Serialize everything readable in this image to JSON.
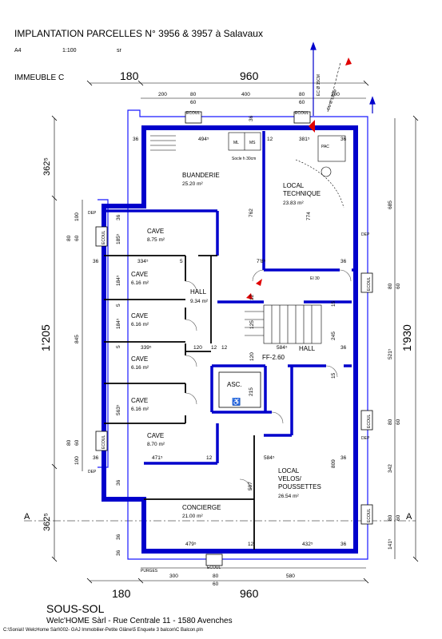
{
  "header": {
    "title": "IMPLANTATION PARCELLES N° 3956 & 3957 à Salavaux",
    "format": "A4",
    "scale": "1:100",
    "author": "sr",
    "building": "IMMEUBLE C"
  },
  "footer": {
    "floor": "SOUS-SOL",
    "company": "Welc'HOME Sàrl - Rue Centrale 11 - 1580 Avenches",
    "filepath": "C:\\Sonia\\! WelcHome Sàrl\\002- GAJ Immobilier-Petite Glâne\\5 Enquete 3 balcon\\C Balcon.pln"
  },
  "rooms": {
    "buanderie": {
      "name": "BUANDERIE",
      "area": "25.20 m²"
    },
    "local_technique": {
      "name1": "LOCAL",
      "name2": "TECHNIQUE",
      "area": "23.83 m²"
    },
    "cave1": {
      "name": "CAVE",
      "area": "8.75 m²"
    },
    "cave2": {
      "name": "CAVE",
      "area": "6.16 m²"
    },
    "cave3": {
      "name": "CAVE",
      "area": "6.16 m²"
    },
    "cave4": {
      "name": "CAVE",
      "area": "6.16 m²"
    },
    "cave5": {
      "name": "CAVE",
      "area": "6.16 m²"
    },
    "cave6": {
      "name": "CAVE",
      "area": "8.70 m²"
    },
    "hall_small": {
      "name": "HALL",
      "area": "9.34 m²"
    },
    "hall": {
      "name": "HALL",
      "level": "FF-2.60"
    },
    "asc": {
      "name": "ASC.",
      "dim": "215"
    },
    "local_velos": {
      "name1": "LOCAL",
      "name2": "VELOS/",
      "name3": "POUSSETTES",
      "area": "26.54 m²"
    },
    "concierge": {
      "name": "CONCIERGE",
      "area": "21.00 m²"
    }
  },
  "labels": {
    "ecoul": "ECOUL",
    "dep": "DEP",
    "purges": "PURGES",
    "socle": "Socle h 30cm",
    "ml": "ML",
    "ms": "MS",
    "pac": "PAC",
    "ei30": "EI 30",
    "section_a": "A",
    "ec_vertical": "EC Ø 15CM",
    "eu_vertical": "EU Ø 15CM"
  },
  "dims": {
    "top_180": "180",
    "top_960": "960",
    "top_200a": "200",
    "top_80a": "80",
    "top_60a": "60",
    "top_400": "400",
    "top_80b": "80",
    "top_60b": "60",
    "top_200b": "200",
    "bot_180": "180",
    "bot_960": "960",
    "bot_300": "300",
    "bot_80": "80",
    "bot_60": "60",
    "bot_580": "580",
    "left_362t": "362⁵",
    "left_1205": "1'205",
    "left_362b": "362⁵",
    "left_100a": "100",
    "left_80a": "80",
    "left_60a": "60",
    "left_845": "845",
    "left_80b": "80",
    "left_60b": "60",
    "left_100b": "100",
    "right_1930": "1'930",
    "right_685": "685",
    "right_80a": "80",
    "right_60a": "60",
    "right_521": "521⁵",
    "right_80b": "80",
    "right_60b": "60",
    "right_342": "342",
    "right_80c": "80",
    "right_60c": "60",
    "right_141": "141⁵",
    "d36_tl": "36",
    "d494": "494⁵",
    "d36_tm": "36",
    "d12_t": "12",
    "d381": "381⁵",
    "d36_tr": "36",
    "d36_l1": "36",
    "d185": "185⁵",
    "d36_l2": "36",
    "d334": "334⁵",
    "d5a": "5",
    "d184a": "184⁵",
    "d5b": "5",
    "d184b": "184⁵",
    "d5c": "5",
    "d339": "339⁵",
    "d120a": "120",
    "d12a": "12",
    "d12b": "12",
    "d563": "563⁵",
    "d471": "471⁵",
    "d12c": "12",
    "d36_l3": "36",
    "d36_l4": "36",
    "d762": "762",
    "d774": "774",
    "d786": "7'8⁵",
    "d36_r1": "36",
    "d12_h": "12",
    "d125": "125",
    "d120b": "120",
    "d15a": "15",
    "d15b": "15",
    "d245": "245",
    "d584a": "584⁵",
    "d36_r2": "36",
    "d36_r3": "36",
    "d584b": "584⁵",
    "d809": "809",
    "d597": "597",
    "d36_r4": "36",
    "d36_r5": "36",
    "d36_bl": "36",
    "d479": "479⁵",
    "d12_bm": "12",
    "d432": "432⁵",
    "d36_br": "36"
  }
}
